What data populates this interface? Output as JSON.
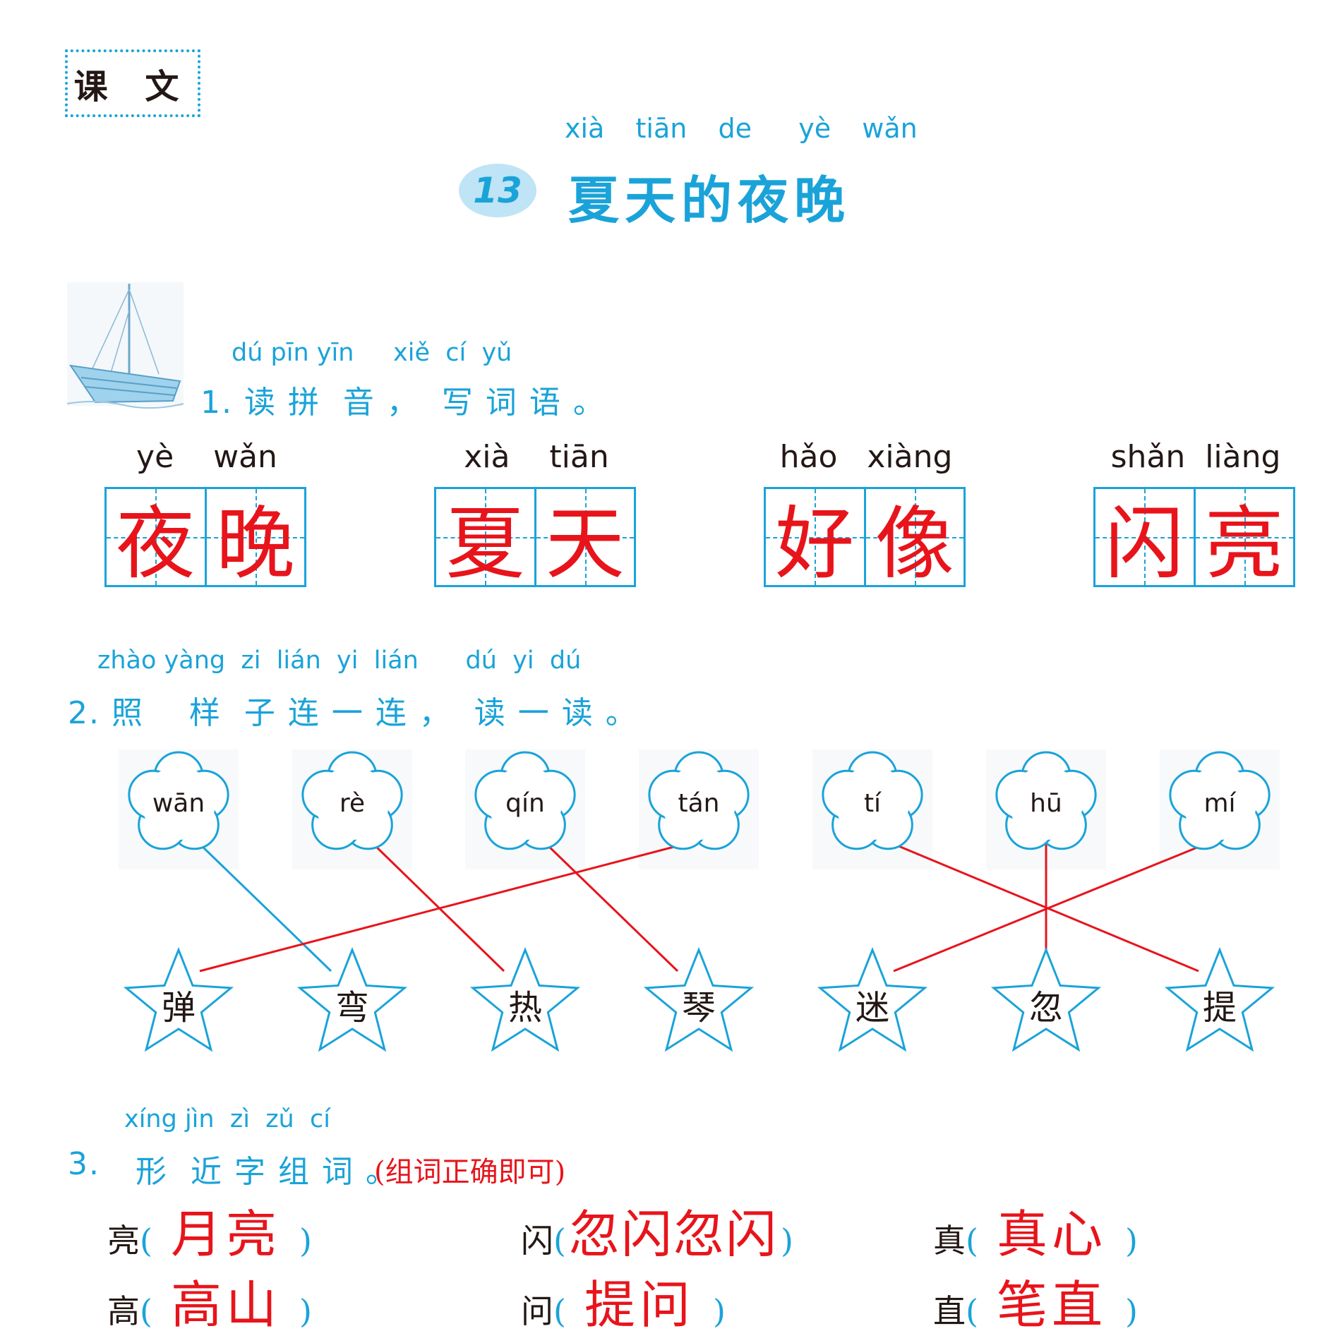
{
  "section_tag": "课 文",
  "lesson": {
    "number": "13",
    "title_pinyin": "xià  tiān  de   yè  wǎn",
    "title": "夏天的夜晚"
  },
  "q1": {
    "pinyin": "dú pīn yīn     xiě  cí  yǔ",
    "text": "1. 读 拼  音 ，  写 词 语 。",
    "words": [
      {
        "pinyin": "yè    wǎn",
        "chars": [
          "夜",
          "晚"
        ]
      },
      {
        "pinyin": "xià    tiān",
        "chars": [
          "夏",
          "天"
        ]
      },
      {
        "pinyin": "hǎo   xiàng",
        "chars": [
          "好",
          "像"
        ]
      },
      {
        "pinyin": "shǎn  liàng",
        "chars": [
          "闪",
          "亮"
        ]
      }
    ]
  },
  "q2": {
    "pinyin": "zhào yàng  zi  lián  yi  lián      dú  yi  dú",
    "text": "2. 照    样  子 连 一 连 ，  读 一 读 。",
    "flowers": [
      "wān",
      "rè",
      "qín",
      "tán",
      "tí",
      "hū",
      "mí"
    ],
    "stars": [
      "弹",
      "弯",
      "热",
      "琴",
      "迷",
      "忽",
      "提"
    ],
    "matches": [
      [
        0,
        1
      ],
      [
        1,
        2
      ],
      [
        2,
        3
      ],
      [
        3,
        0
      ],
      [
        4,
        6
      ],
      [
        5,
        5
      ],
      [
        6,
        4
      ]
    ],
    "example_color": "#1aa3d9",
    "answer_color": "#e8141b"
  },
  "q3": {
    "pinyin": "xíng jìn  zì  zǔ  cí",
    "label": "3.",
    "text": "形  近 字 组 词 。",
    "note": "(组词正确即可)",
    "items": [
      {
        "char": "亮",
        "answer": "月亮"
      },
      {
        "char": "闪",
        "answer": "忽闪忽闪"
      },
      {
        "char": "真",
        "answer": "真心"
      },
      {
        "char": "高",
        "answer": "高山"
      },
      {
        "char": "问",
        "answer": "提问"
      },
      {
        "char": "直",
        "answer": "笔直"
      }
    ]
  }
}
